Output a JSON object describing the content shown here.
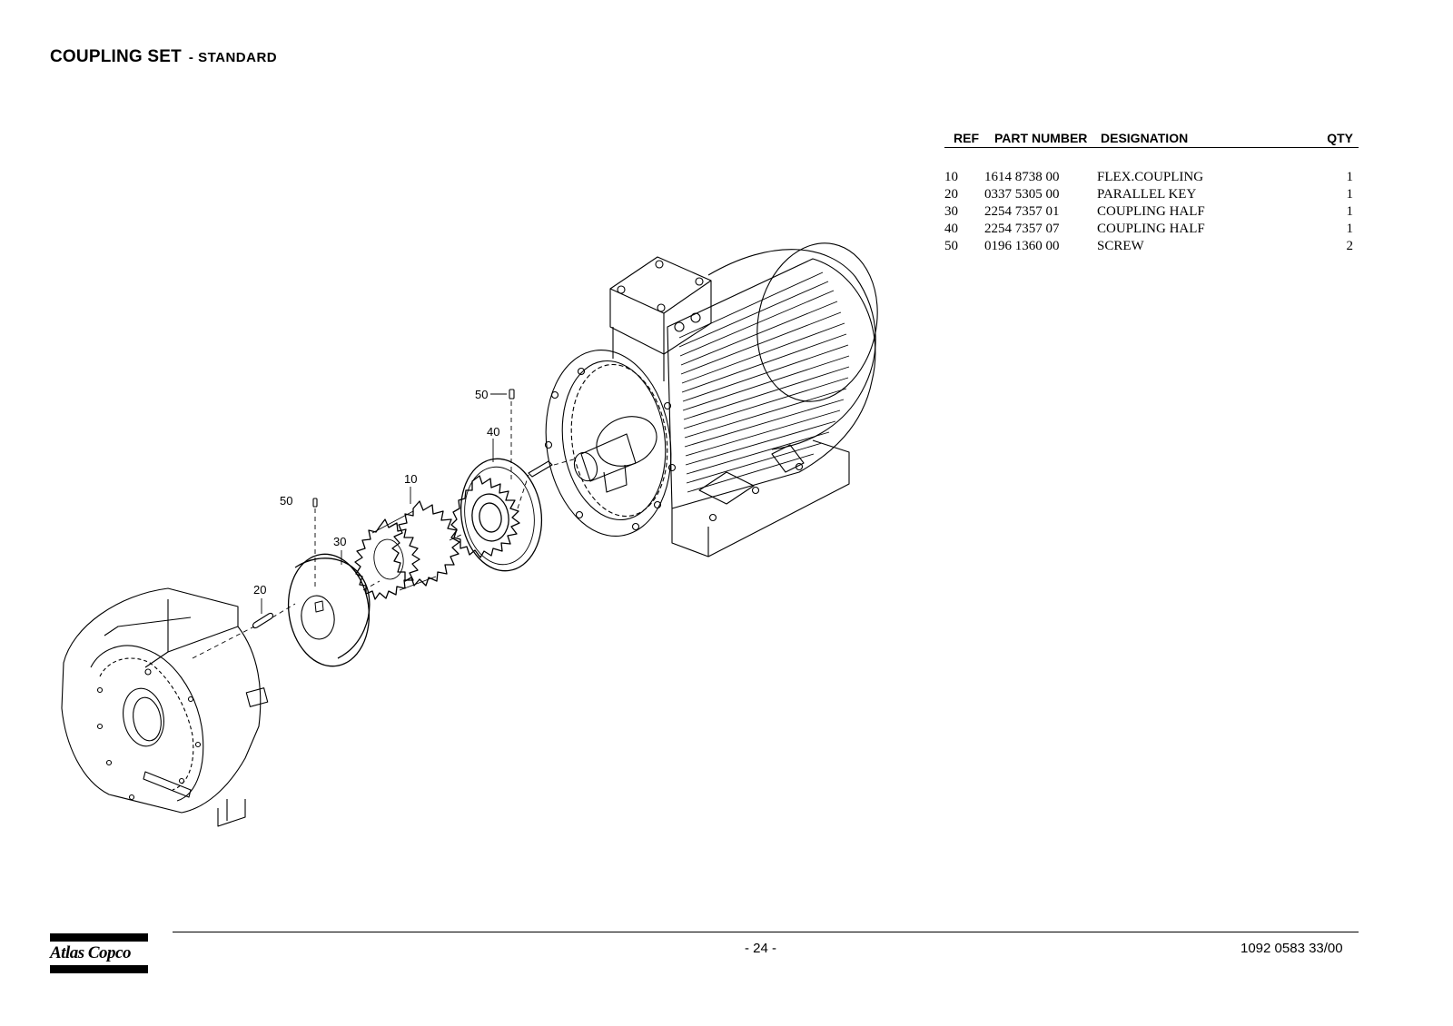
{
  "header": {
    "title": "COUPLING SET",
    "subtitle": "- STANDARD"
  },
  "parts_table": {
    "columns": {
      "ref": "REF",
      "part_number": "PART NUMBER",
      "designation": "DESIGNATION",
      "qty": "QTY"
    },
    "rows": [
      {
        "ref": "10",
        "part_number": "1614 8738 00",
        "designation": "FLEX.COUPLING",
        "qty": "1"
      },
      {
        "ref": "20",
        "part_number": "0337 5305 00",
        "designation": "PARALLEL KEY",
        "qty": "1"
      },
      {
        "ref": "30",
        "part_number": "2254 7357 01",
        "designation": "COUPLING HALF",
        "qty": "1"
      },
      {
        "ref": "40",
        "part_number": "2254 7357 07",
        "designation": "COUPLING HALF",
        "qty": "1"
      },
      {
        "ref": "50",
        "part_number": "0196 1360 00",
        "designation": "SCREW",
        "qty": "2"
      }
    ]
  },
  "callouts": {
    "screw_top": "50",
    "coupling_half_motor": "40",
    "flex_coupling": "10",
    "screw_left": "50",
    "coupling_half_comp": "30",
    "parallel_key": "20"
  },
  "footer": {
    "logo": "Atlas Copco",
    "page": "- 24 -",
    "doc_number": "1092 0583 33/00"
  }
}
